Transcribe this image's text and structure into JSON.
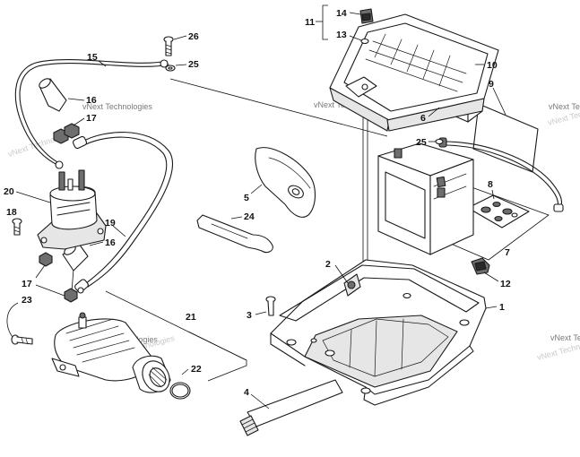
{
  "diagram": {
    "watermark": "vNext Technologies",
    "part_numbers": [
      "1",
      "2",
      "3",
      "4",
      "5",
      "6",
      "7",
      "8",
      "9",
      "10",
      "11",
      "12",
      "13",
      "14",
      "15",
      "16",
      "16",
      "17",
      "17",
      "18",
      "19",
      "20",
      "21",
      "22",
      "23",
      "24",
      "25",
      "25",
      "26"
    ]
  }
}
